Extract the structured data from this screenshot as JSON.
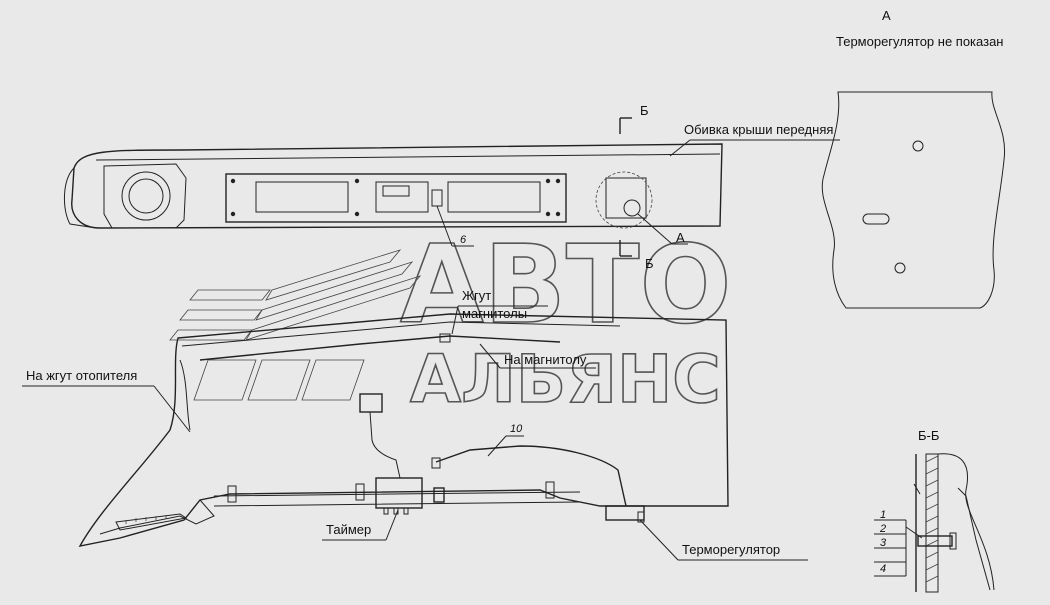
{
  "view_a": {
    "letter": "А",
    "note": "Терморегулятор не показан"
  },
  "section_mark_top": "Б",
  "section_mark_bottom": "Б",
  "view_a_callout": "А",
  "section_bb": {
    "title": "Б-Б",
    "items": [
      "1",
      "2",
      "3",
      "4"
    ]
  },
  "labels": {
    "roof_lining": "Обивка крыши передняя",
    "item_6": "6",
    "radio_harness_l1": "Жгут",
    "radio_harness_l2": "магнитолы",
    "to_radio": "На магнитолу",
    "to_heater_harness": "На жгут отопителя",
    "item_10": "10",
    "timer": "Таймер",
    "thermoregulator": "Терморегулятор"
  },
  "watermark": {
    "line1": "АВТО",
    "line2": "АЛЬЯНС"
  }
}
